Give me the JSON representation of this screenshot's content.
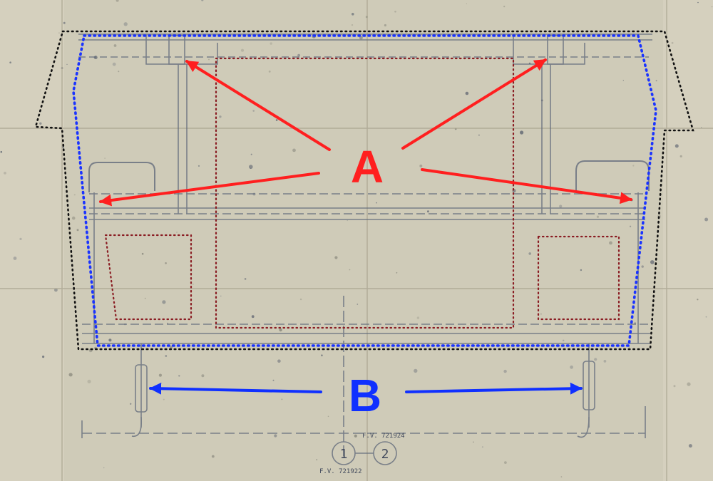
{
  "colors": {
    "paper": "#cfcbb8",
    "paper_light": "#dcd8c5",
    "fold": "#a9a48f",
    "ink": "#5d6678",
    "ink_dark": "#424a5c",
    "arrow_a": "#ff1f1f",
    "arrow_b": "#1030ff",
    "outline_blue": "#1a33ff",
    "outline_black": "#111111",
    "outline_maroon": "#8a1c22"
  },
  "annotations": {
    "label_a": "A",
    "label_b": "B"
  },
  "drawing_labels": {
    "circle_1": "1",
    "circle_2": "2",
    "ref_top": "F.V. 721924",
    "ref_bottom": "F.V. 721922"
  }
}
